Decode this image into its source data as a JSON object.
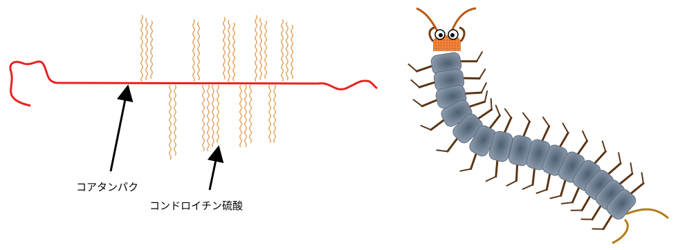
{
  "labels": {
    "core_protein": "コアタンパク",
    "chondroitin_sulfate": "コンドロイチン硫酸"
  },
  "icons": {
    "centipede": "centipede-illustration"
  },
  "colors": {
    "core": "#e8211f",
    "chain": "#e09a4f",
    "arrow": "#000000",
    "body": "#6e8297",
    "leg": "#5a3515",
    "head": "#f0843a"
  }
}
